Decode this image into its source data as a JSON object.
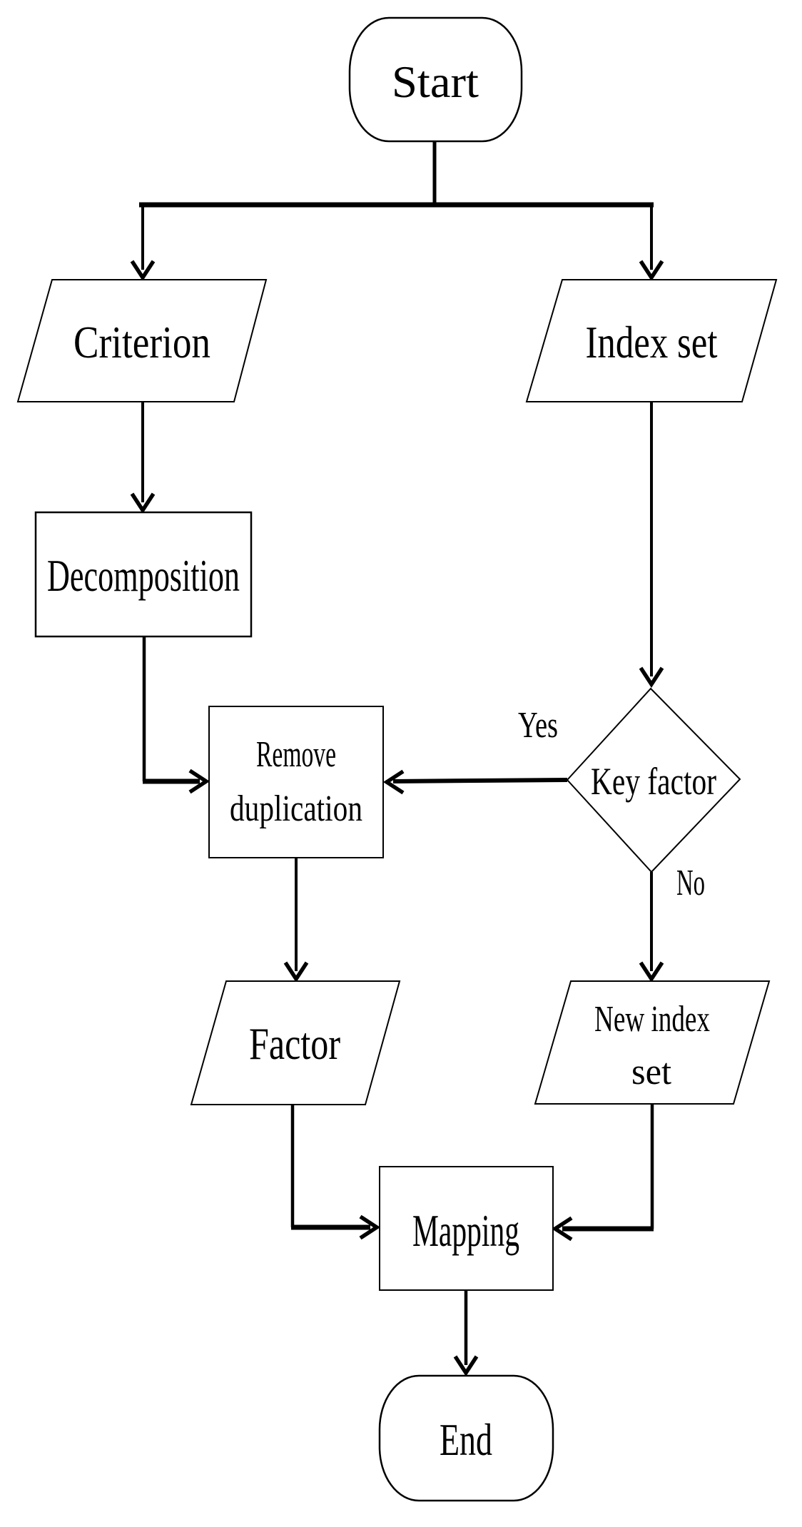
{
  "diagram": {
    "background_color": "#ffffff",
    "stroke_color": "#000000",
    "nodes": {
      "start": {
        "label": "Start",
        "shape": "terminator"
      },
      "criterion": {
        "label": "Criterion",
        "shape": "parallelogram"
      },
      "index_set": {
        "label": "Index set",
        "shape": "parallelogram"
      },
      "decomposition": {
        "label": "Decomposition",
        "shape": "rectangle"
      },
      "key_factor": {
        "label": "Key factor",
        "shape": "diamond"
      },
      "remove_duplication": {
        "label": "Remove duplication",
        "label_line1": "Remove",
        "label_line2": "duplication",
        "shape": "rectangle"
      },
      "factor": {
        "label": "Factor",
        "shape": "parallelogram"
      },
      "new_index_set": {
        "label": "New index set",
        "label_line1": "New index",
        "label_line2": "set",
        "shape": "parallelogram"
      },
      "mapping": {
        "label": "Mapping",
        "shape": "rectangle"
      },
      "end": {
        "label": "End",
        "shape": "terminator"
      }
    },
    "edge_labels": {
      "yes": "Yes",
      "no": "No"
    }
  }
}
